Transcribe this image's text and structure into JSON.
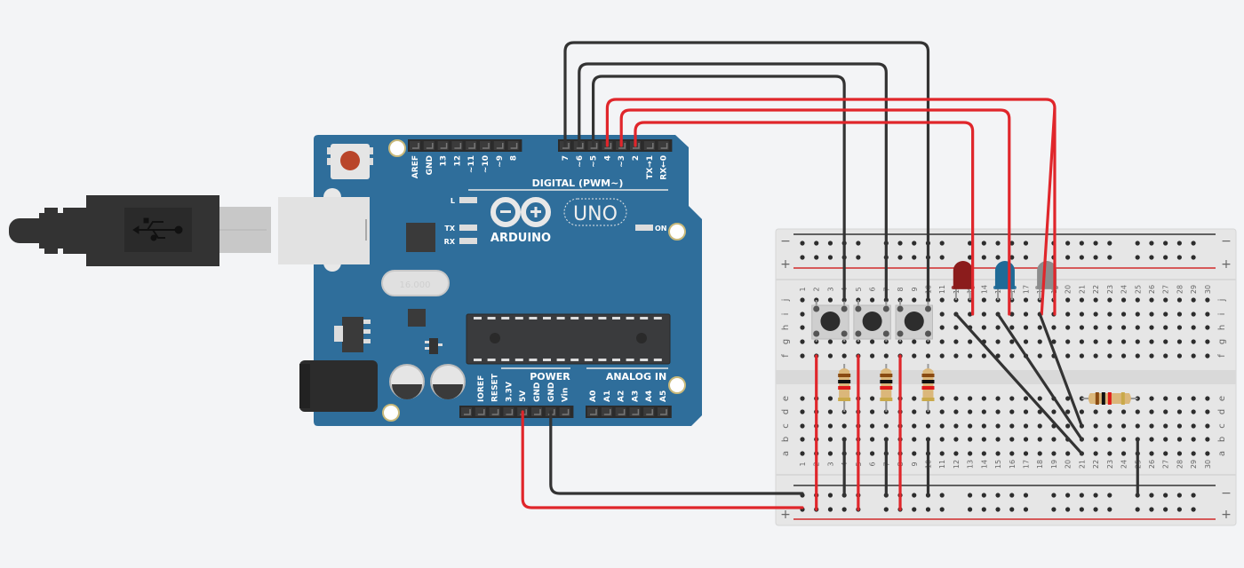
{
  "arduino": {
    "brand": "ARDUINO",
    "model": "UNO",
    "crystal_text": "16.000",
    "digital_header_label": "DIGITAL (PWM~)",
    "power_header_label": "POWER",
    "analog_header_label": "ANALOG IN",
    "led_labels": [
      "L",
      "TX",
      "RX"
    ],
    "on_label": "ON",
    "digital_left_pins": [
      "AREF",
      "GND",
      "13",
      "12",
      "~11",
      "~10",
      "~9",
      "8"
    ],
    "digital_right_pins": [
      "7",
      "~6",
      "~5",
      "4",
      "~3",
      "2",
      "TX→1",
      "RX←0"
    ],
    "power_pins": [
      "",
      "IOREF",
      "RESET",
      "3.3V",
      "5V",
      "GND",
      "GND",
      "Vin"
    ],
    "analog_pins": [
      "A0",
      "A1",
      "A2",
      "A3",
      "A4",
      "A5"
    ],
    "colors": {
      "board": "#2f6e9b",
      "header": "#2b2b2b",
      "label": "#ffffff"
    }
  },
  "usb_cable": {
    "icon": "usb-icon",
    "color": "#333333"
  },
  "breadboard": {
    "columns": 30,
    "rows_top": [
      "j",
      "i",
      "h",
      "g",
      "f"
    ],
    "rows_bottom": [
      "e",
      "d",
      "c",
      "b",
      "a"
    ],
    "rail_minus": "−",
    "rail_plus": "+",
    "colors": {
      "body": "#e6e6e6",
      "hole": "#2d2d2d",
      "rail_red": "#d02a2a",
      "rail_dark": "#333333"
    }
  },
  "components": {
    "pushbuttons": [
      {
        "name": "button-1",
        "cols": [
          2,
          4
        ]
      },
      {
        "name": "button-2",
        "cols": [
          5,
          7
        ]
      },
      {
        "name": "button-3",
        "cols": [
          8,
          10
        ]
      }
    ],
    "leds": [
      {
        "name": "led-red",
        "color": "#8b1c1c",
        "cols": [
          12,
          13
        ]
      },
      {
        "name": "led-blue",
        "color": "#1f6a96",
        "cols": [
          15,
          16
        ]
      },
      {
        "name": "led-gray",
        "color": "#8c8c8c",
        "cols": [
          18,
          19
        ]
      }
    ],
    "resistors": [
      {
        "name": "resistor-1",
        "col": 4,
        "bands": [
          "#8a4b12",
          "#111111",
          "#e01a1a",
          "#c9a94a"
        ]
      },
      {
        "name": "resistor-2",
        "col": 7,
        "bands": [
          "#8a4b12",
          "#111111",
          "#e01a1a",
          "#c9a94a"
        ]
      },
      {
        "name": "resistor-3",
        "col": 10,
        "bands": [
          "#8a4b12",
          "#111111",
          "#e01a1a",
          "#c9a94a"
        ]
      },
      {
        "name": "resistor-4",
        "cols": [
          21,
          25
        ],
        "bands": [
          "#8a4b12",
          "#111111",
          "#e01a1a",
          "#c9a94a"
        ]
      }
    ]
  },
  "wires": {
    "colors": {
      "red": "#e0262b",
      "black": "#333333"
    }
  }
}
